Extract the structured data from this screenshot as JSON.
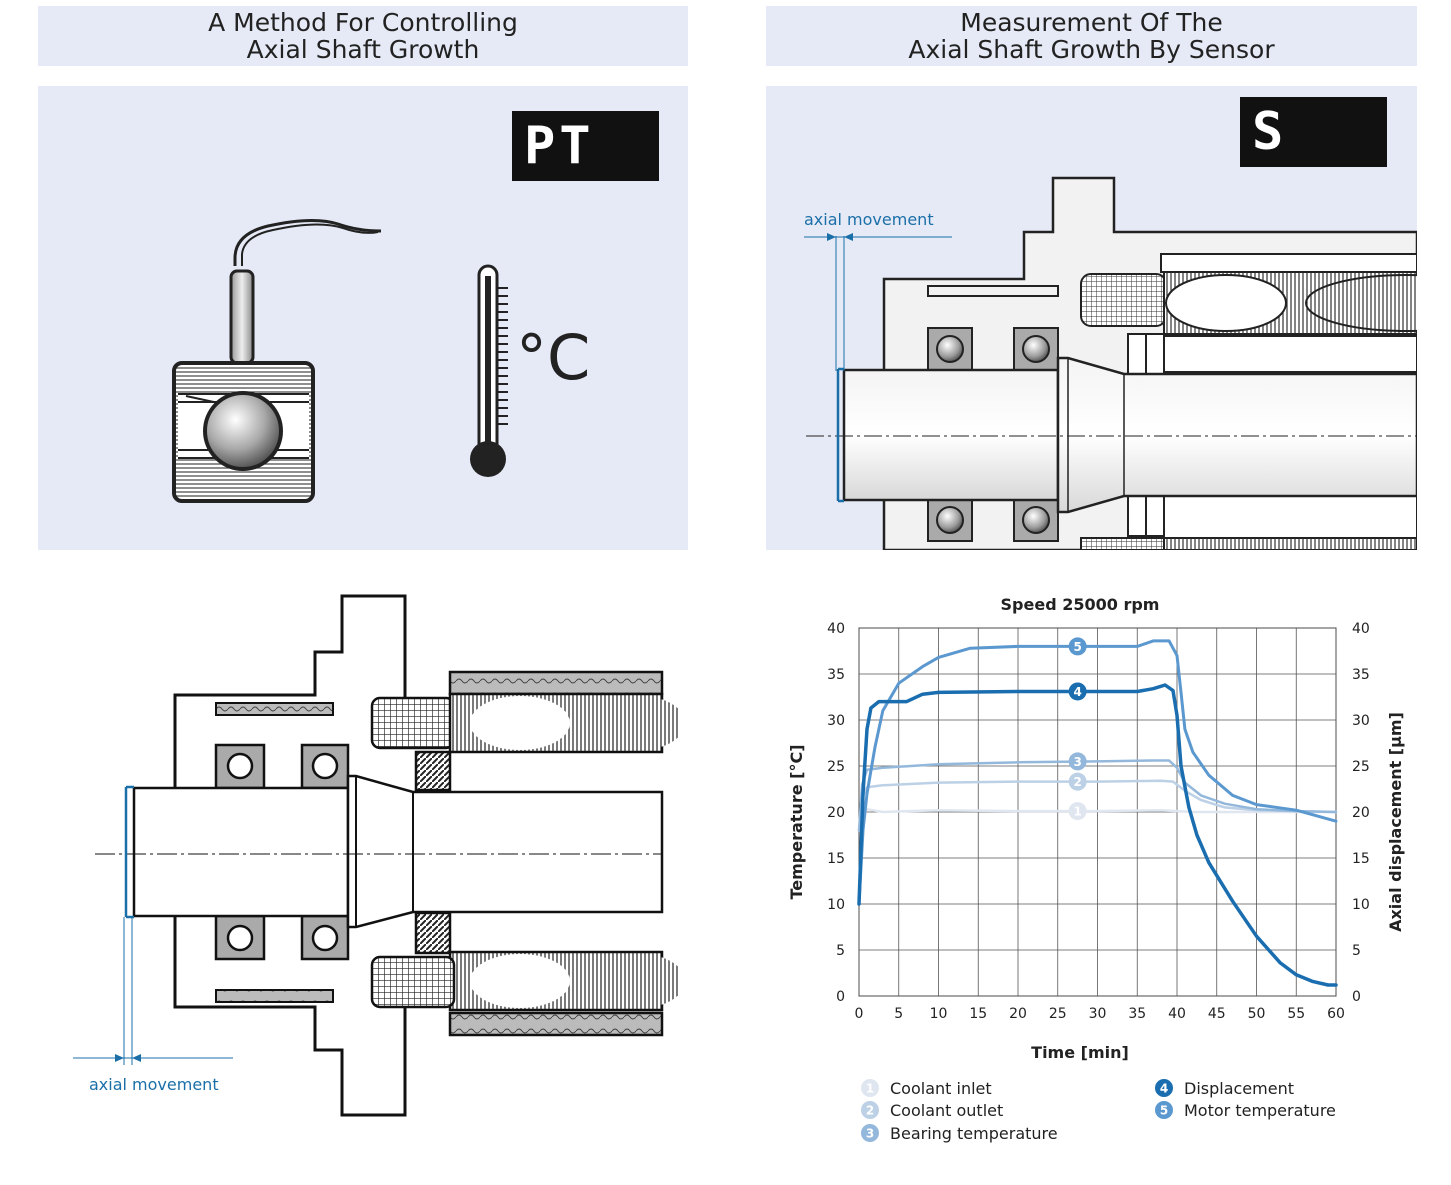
{
  "header_left": {
    "line1": "A Method For Controlling",
    "line2": "Axial Shaft Growth"
  },
  "header_right": {
    "line1": "Measurement Of The",
    "line2": "Axial Shaft Growth By Sensor"
  },
  "panel_left": {
    "code": "PT",
    "unit": "°C"
  },
  "panel_right": {
    "code": "S",
    "axial_label": "axial movement"
  },
  "drawing_bottom": {
    "axial_label": "axial movement"
  },
  "colors": {
    "panel_bg": "#e6eaf6",
    "accent_blue": "#1b6fa8",
    "coolant_inlet": "#dfe6f0",
    "coolant_outlet": "#bcd0e6",
    "bearing_temperature": "#93b8dc",
    "displacement": "#1a6eb0",
    "motor_temperature": "#5b98cf"
  },
  "chart_data": {
    "type": "line",
    "title": "Speed 25000 rpm",
    "xlabel": "Time [min]",
    "ylabel": "Temperature [°C]",
    "y2label": "Axial displacement [µm]",
    "xlim": [
      0,
      60
    ],
    "ylim": [
      0,
      40
    ],
    "y2lim": [
      0,
      40
    ],
    "xticks": [
      0,
      5,
      10,
      15,
      20,
      25,
      30,
      35,
      40,
      45,
      50,
      55,
      60
    ],
    "yticks": [
      0,
      5,
      10,
      15,
      20,
      25,
      30,
      35,
      40
    ],
    "grid": true,
    "legend_position": "bottom",
    "series": [
      {
        "id": "1",
        "name": "Coolant inlet",
        "color": "#dfe6f0",
        "width": 2.5,
        "x": [
          0,
          0.4,
          1,
          3,
          10,
          20,
          30,
          38,
          40,
          42,
          45,
          50,
          55,
          60
        ],
        "y": [
          18,
          19.5,
          20.3,
          20,
          20.2,
          20.1,
          20.1,
          20.2,
          20.1,
          20,
          20,
          20,
          20,
          20
        ]
      },
      {
        "id": "2",
        "name": "Coolant outlet",
        "color": "#bcd0e6",
        "width": 2.5,
        "x": [
          0,
          0.4,
          1,
          3,
          10,
          20,
          30,
          38,
          39.5,
          41,
          43,
          46,
          50,
          55,
          60
        ],
        "y": [
          18,
          21.5,
          22.7,
          22.9,
          23.2,
          23.3,
          23.3,
          23.4,
          23.3,
          22.3,
          21.3,
          20.5,
          20.2,
          20.1,
          20
        ]
      },
      {
        "id": "3",
        "name": "Bearing temperature",
        "color": "#93b8dc",
        "width": 2.5,
        "x": [
          0,
          0.4,
          1,
          3,
          10,
          20,
          30,
          37,
          39,
          40,
          41,
          43,
          46,
          50,
          55,
          60
        ],
        "y": [
          18,
          23,
          24.6,
          24.8,
          25.2,
          25.4,
          25.5,
          25.6,
          25.6,
          24.8,
          23.2,
          21.8,
          20.9,
          20.3,
          20.1,
          20
        ]
      },
      {
        "id": "4",
        "name": "Displacement",
        "color": "#1a6eb0",
        "width": 3.5,
        "x": [
          0,
          0.5,
          1,
          1.5,
          2.5,
          4,
          6,
          8,
          10,
          20,
          30,
          35,
          37,
          38.5,
          39.5,
          40,
          40.5,
          41.5,
          42.5,
          44,
          47,
          50,
          53,
          55,
          57,
          59,
          60
        ],
        "y": [
          10,
          22,
          29,
          31.3,
          32,
          32,
          32,
          32.8,
          33,
          33.1,
          33.1,
          33.1,
          33.4,
          33.8,
          33.2,
          30.5,
          25,
          20.5,
          17.5,
          14.5,
          10.3,
          6.5,
          3.6,
          2.3,
          1.6,
          1.2,
          1.2
        ]
      },
      {
        "id": "5",
        "name": "Motor temperature",
        "color": "#5b98cf",
        "width": 3,
        "x": [
          0,
          0.5,
          1,
          2,
          3,
          5,
          8,
          10,
          14,
          20,
          30,
          35,
          37,
          39,
          40,
          40.5,
          41,
          42,
          44,
          47,
          50,
          55,
          60
        ],
        "y": [
          10,
          18,
          22,
          27,
          31,
          34,
          35.8,
          36.8,
          37.8,
          38,
          38,
          38,
          38.6,
          38.6,
          37,
          33,
          29,
          26.5,
          24,
          21.8,
          20.8,
          20.2,
          19
        ]
      }
    ],
    "markers": [
      {
        "series": "1",
        "label": "1",
        "x": 27.5,
        "y": 20.1
      },
      {
        "series": "2",
        "label": "2",
        "x": 27.5,
        "y": 23.3
      },
      {
        "series": "3",
        "label": "3",
        "x": 27.5,
        "y": 25.5
      },
      {
        "series": "4",
        "label": "4",
        "x": 27.5,
        "y": 33.1
      },
      {
        "series": "5",
        "label": "5",
        "x": 27.5,
        "y": 38
      }
    ]
  }
}
